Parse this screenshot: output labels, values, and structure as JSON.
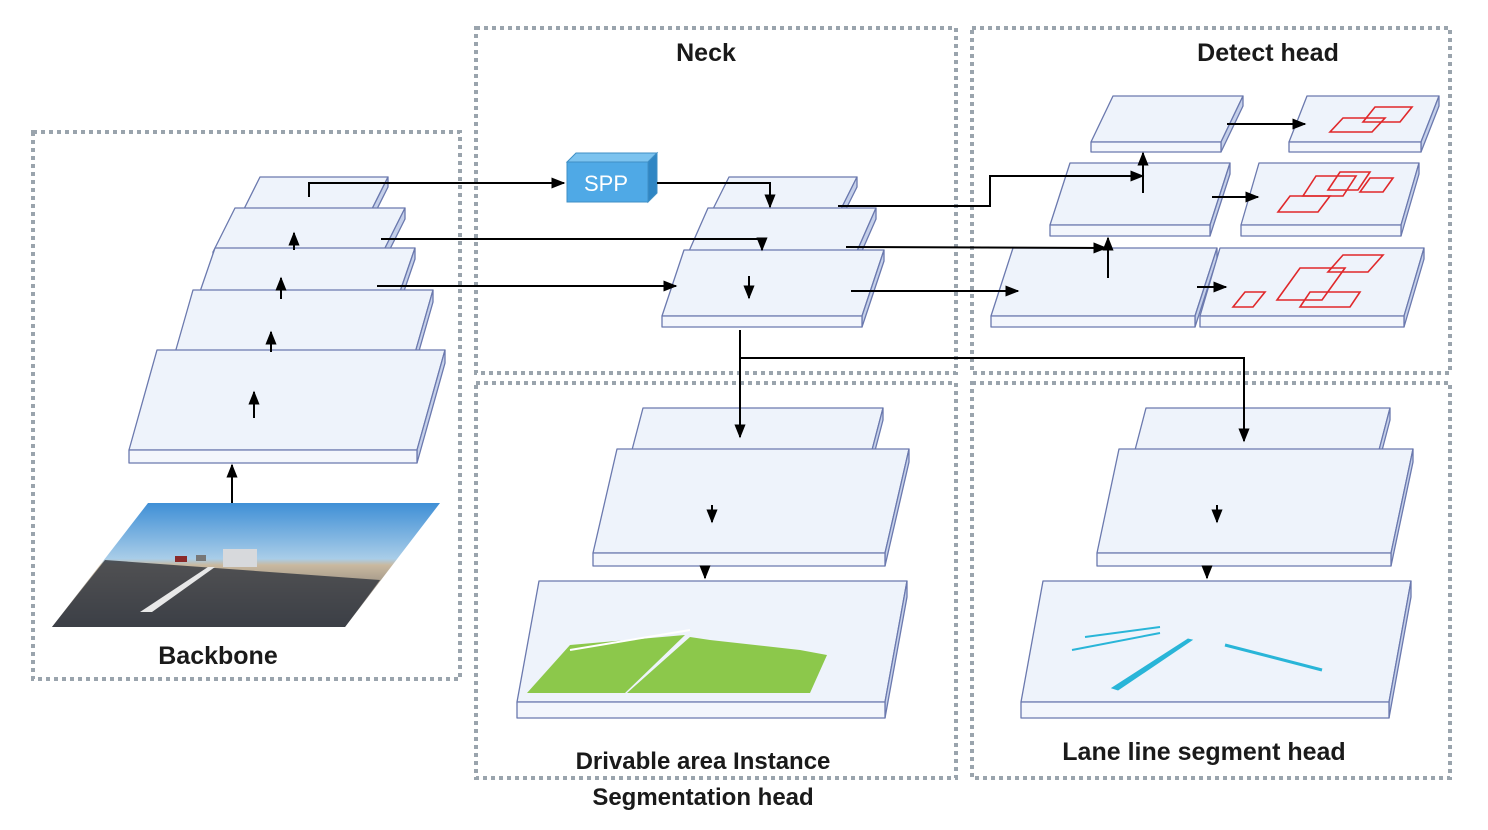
{
  "labels": {
    "neck": "Neck",
    "detect_head": "Detect head",
    "backbone": "Backbone",
    "drivable_line1": "Drivable area Instance",
    "drivable_line2": "Segmentation head",
    "lane": "Lane line segment head",
    "spp": "SPP"
  },
  "colors": {
    "layer_top": "#eef3fb",
    "layer_side": "#c5d0ea",
    "layer_front": "#f3f6fc",
    "layer_edge": "#6b79ae",
    "dashed_border": "#9aa4ad",
    "spp_fill": "#4fa9e6",
    "bbox": "#e0282b",
    "drivable": "#8cc84b",
    "lane": "#29b5d8",
    "arrow": "#000000"
  }
}
